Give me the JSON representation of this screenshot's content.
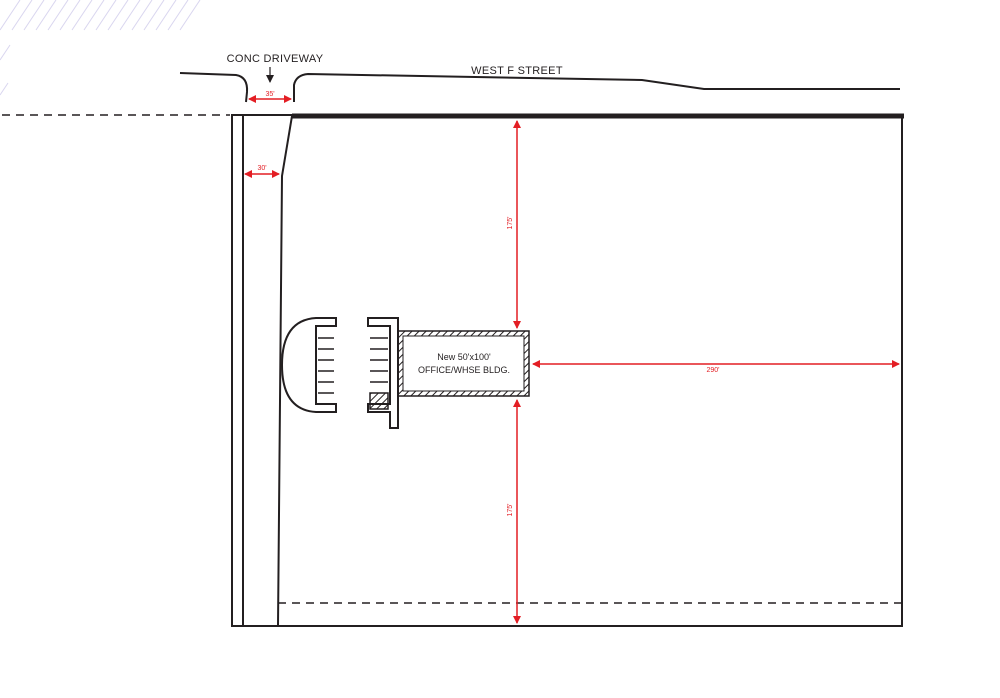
{
  "labels": {
    "driveway": "CONC DRIVEWAY",
    "street": "WEST F STREET",
    "building_line1": "New 50'x100'",
    "building_line2": "OFFICE/WHSE BLDG."
  },
  "dimensions": {
    "driveway_width": "35'",
    "setback_width": "30'",
    "north_distance": "175'",
    "south_distance": "175'",
    "east_distance": "290'"
  },
  "colors": {
    "line": "#231f20",
    "dimension": "#e31e24",
    "hatch_stripe": "#d9d6ef"
  }
}
